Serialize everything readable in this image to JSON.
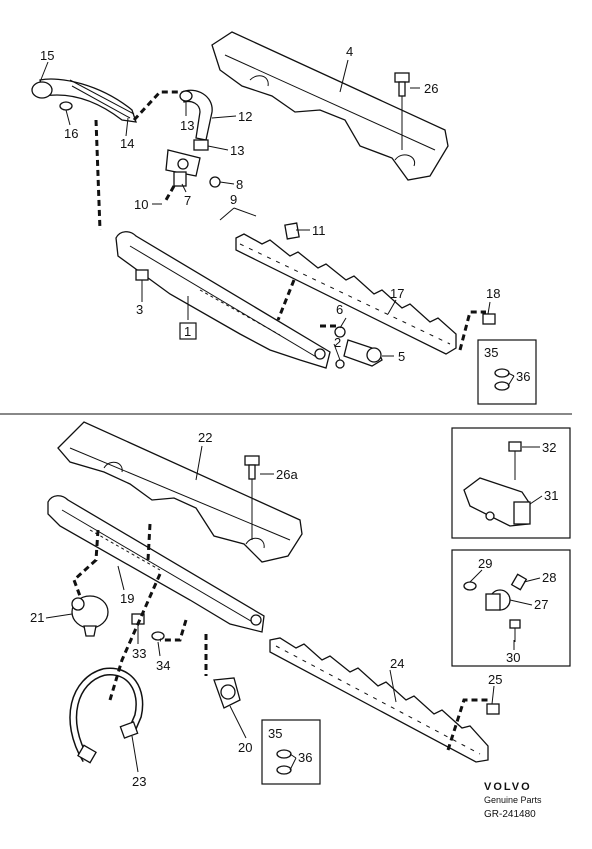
{
  "upper_section": {
    "callouts": {
      "c15": "15",
      "c16": "16",
      "c14": "14",
      "c13a": "13",
      "c12": "12",
      "c13b": "13",
      "c4": "4",
      "c26": "26",
      "c8": "8",
      "c7": "7",
      "c10": "10",
      "c9": "9",
      "c11": "11",
      "c3": "3",
      "c1": "1",
      "c6": "6",
      "c2": "2",
      "c5": "5",
      "c17": "17",
      "c18": "18"
    },
    "inset_seals": {
      "c35": "35",
      "c36": "36"
    }
  },
  "lower_section": {
    "callouts": {
      "c22": "22",
      "c26a": "26a",
      "c21": "21",
      "c19": "19",
      "c33": "33",
      "c34": "34",
      "c24": "24",
      "c25": "25",
      "c20": "20",
      "c23": "23"
    },
    "inset_sensor": {
      "c32": "32",
      "c31": "31"
    },
    "inset_valve": {
      "c29": "29",
      "c28": "28",
      "c27": "27",
      "c30": "30"
    },
    "inset_seals": {
      "c35": "35",
      "c36": "36"
    }
  },
  "footer": {
    "brand": "VOLVO",
    "subtitle": "Genuine Parts",
    "code": "GR-241480"
  }
}
